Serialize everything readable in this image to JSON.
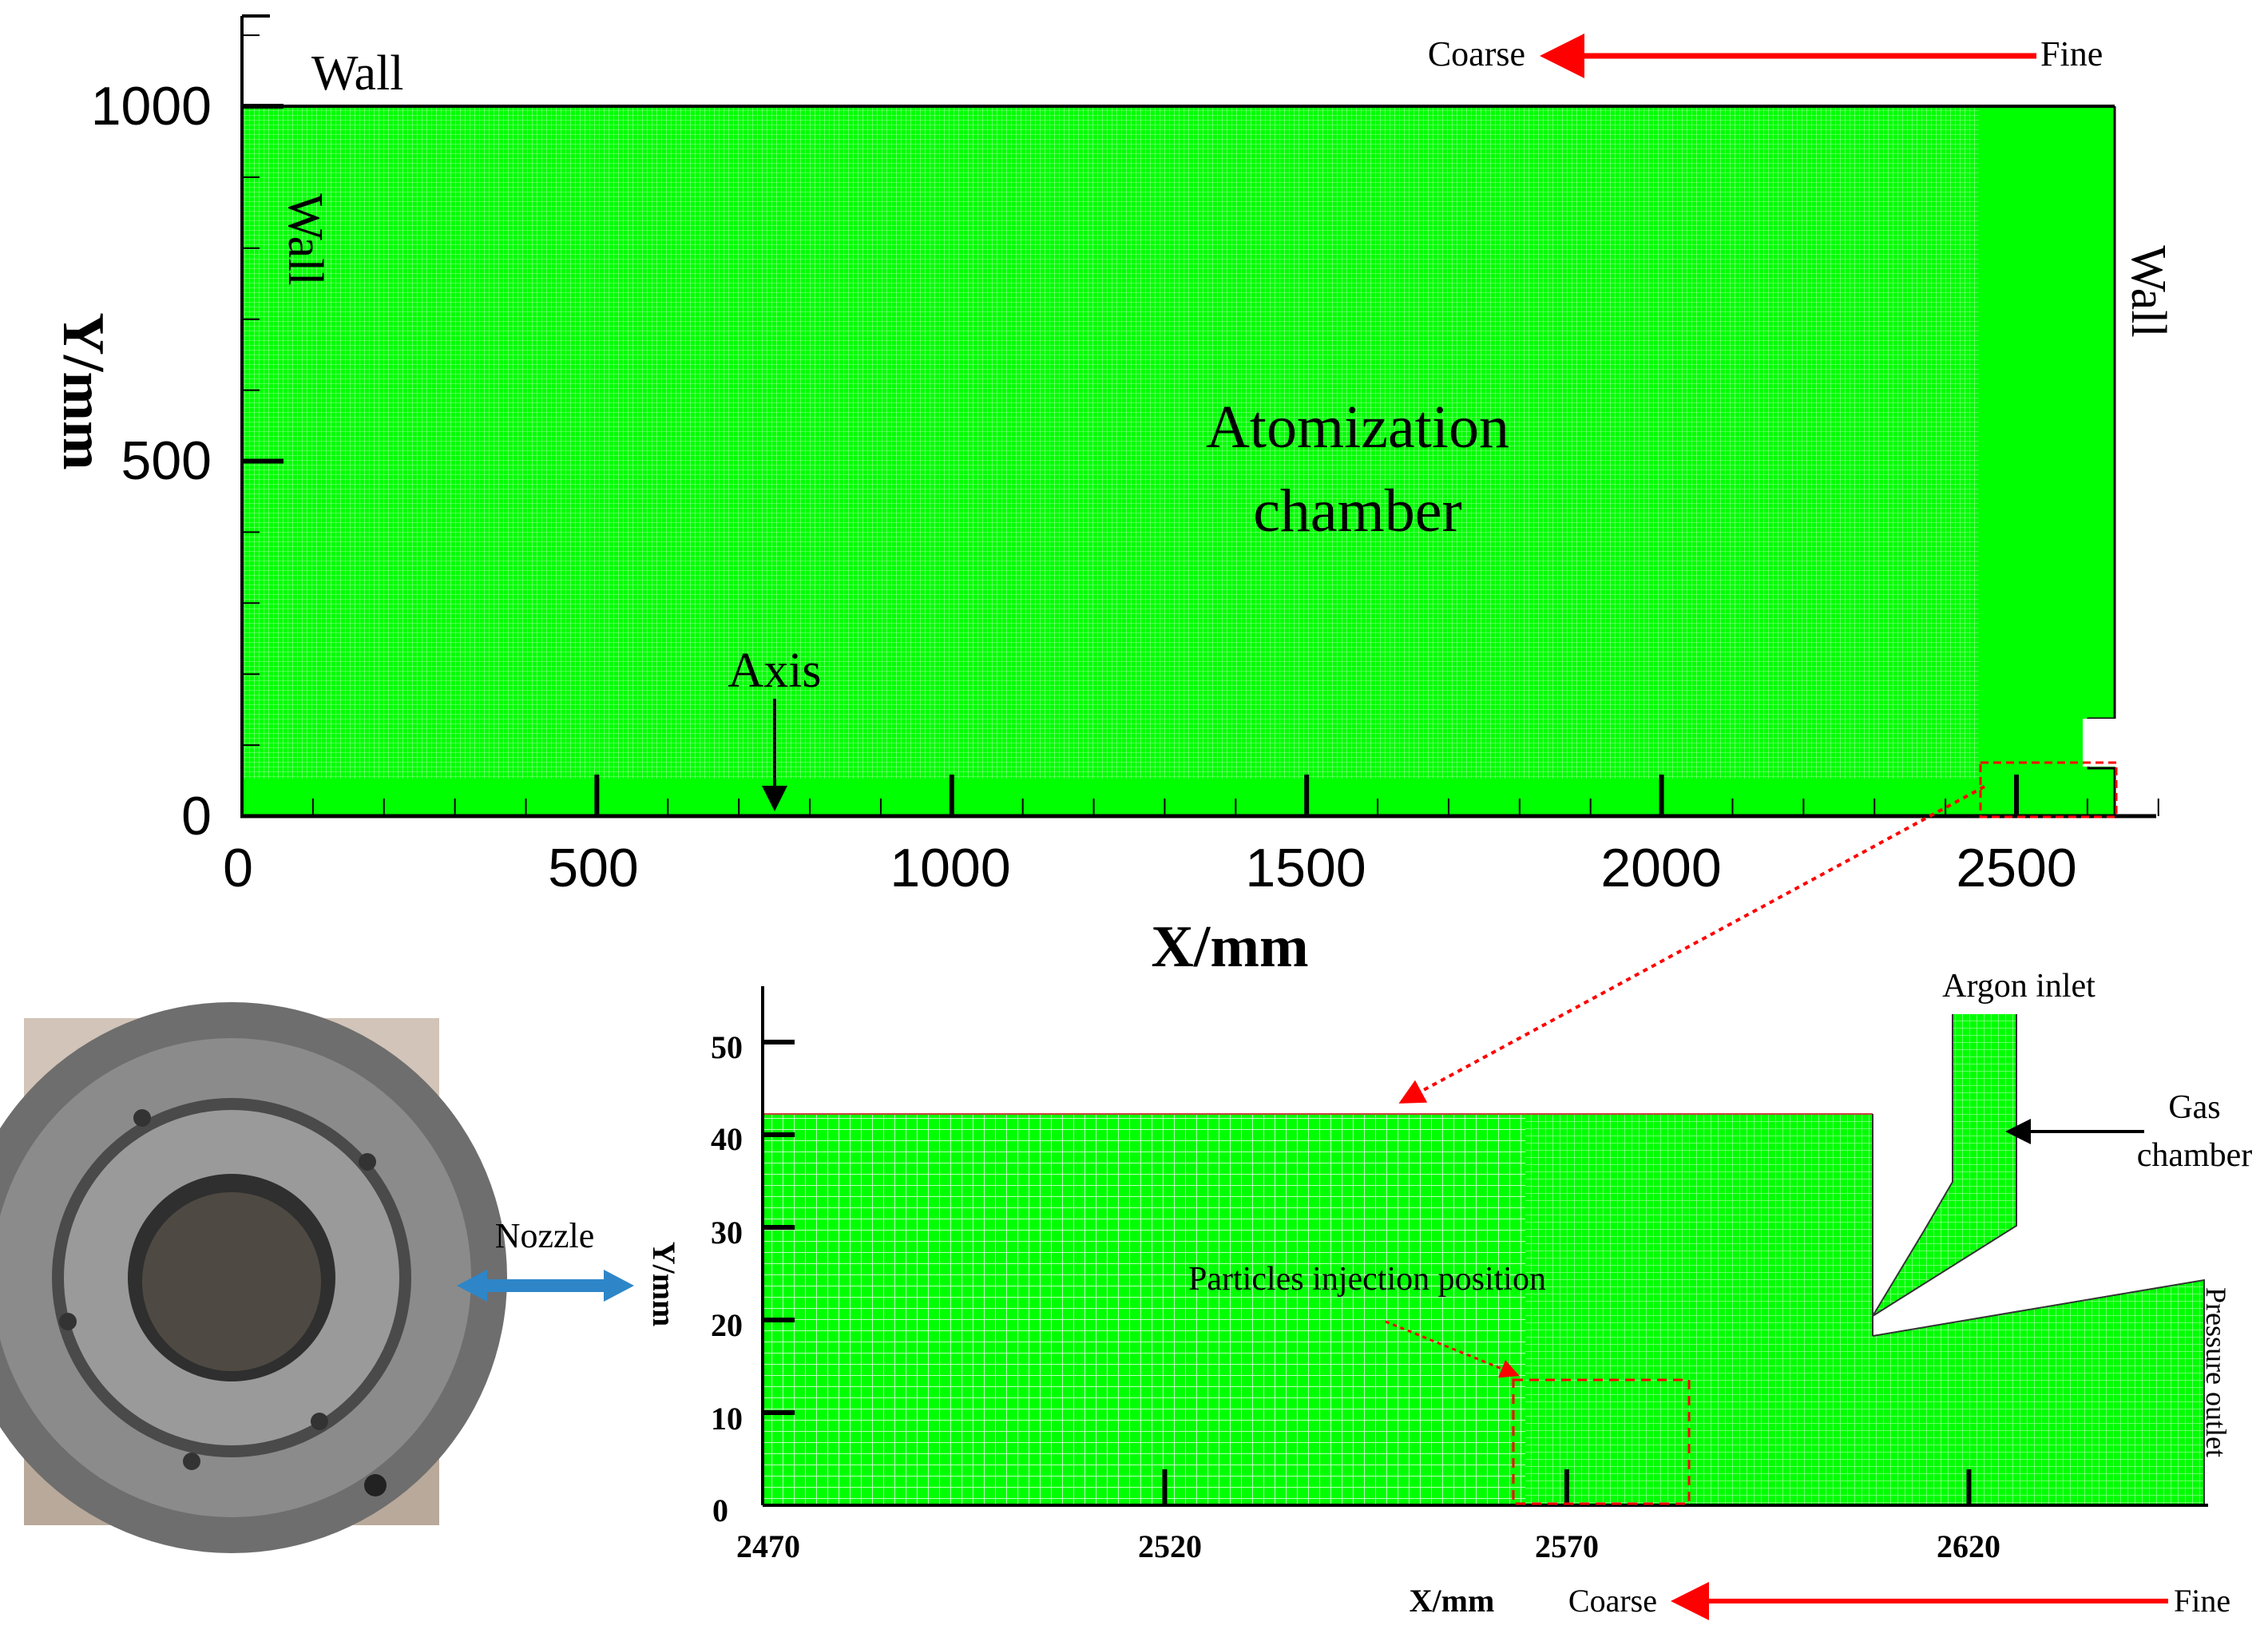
{
  "colors": {
    "mesh": "#00ff00",
    "mesh_line": "#ffffff",
    "axis": "#000000",
    "indicator": "#ff0000",
    "nozzle_arrow": "#2e86c8"
  },
  "top_plot": {
    "xlabel": "X/mm",
    "ylabel": "Y/mm",
    "x_ticks": [
      "0",
      "500",
      "1000",
      "1500",
      "2000",
      "2500"
    ],
    "y_ticks": [
      "0",
      "500",
      "1000"
    ],
    "labels": {
      "wall_top": "Wall",
      "wall_left": "Wall",
      "wall_right": "Wall",
      "chamber_line1": "Atomization",
      "chamber_line2": "chamber",
      "axis": "Axis",
      "coarse": "Coarse",
      "fine": "Fine"
    }
  },
  "bottom_plot": {
    "xlabel": "X/mm",
    "ylabel": "Y/mm",
    "x_ticks": [
      "2470",
      "2520",
      "2570",
      "2620"
    ],
    "y_ticks": [
      "0",
      "10",
      "20",
      "30",
      "40",
      "50"
    ],
    "labels": {
      "argon_inlet": "Argon inlet",
      "gas_line1": "Gas",
      "gas_line2": "chamber",
      "particles": "Particles injection position",
      "pressure_outlet": "Pressure outlet",
      "coarse": "Coarse",
      "fine": "Fine"
    }
  },
  "nozzle_label": "Nozzle"
}
